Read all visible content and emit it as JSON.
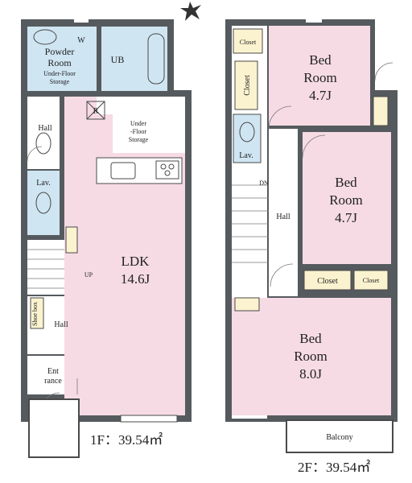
{
  "floor1": {
    "area_label": "1F：39.54㎡",
    "rooms": {
      "powder_room": "Powder",
      "powder_room_2": "Room",
      "powder_w": "W",
      "underfloor_1": "Under-Floor",
      "underfloor_2": "Storage",
      "ub": "UB",
      "hall": "Hall",
      "lav": "Lav.",
      "up": "UP",
      "shoe_box": "Shoe box",
      "hall_2": "Hall",
      "ent_1": "Ent",
      "ent_2": "rance",
      "ldk_1": "LDK",
      "ldk_2": "14.6J",
      "fridge": "R",
      "underfloor_k1": "Under",
      "underfloor_k2": "-Floor",
      "underfloor_k3": "Storage"
    }
  },
  "floor2": {
    "area_label": "2F：39.54㎡",
    "rooms": {
      "closet_small": "Closet",
      "closet_vert": "Closet",
      "lav": "Lav.",
      "bed1_1": "Bed",
      "bed1_2": "Room",
      "bed1_3": "4.7J",
      "bed2_1": "Bed",
      "bed2_2": "Room",
      "bed2_3": "4.7J",
      "dn": "DN",
      "hall": "Hall",
      "closet_a": "Closet",
      "closet_b": "Closet",
      "bed3_1": "Bed",
      "bed3_2": "Room",
      "bed3_3": "8.0J",
      "balcony": "Balcony"
    }
  }
}
